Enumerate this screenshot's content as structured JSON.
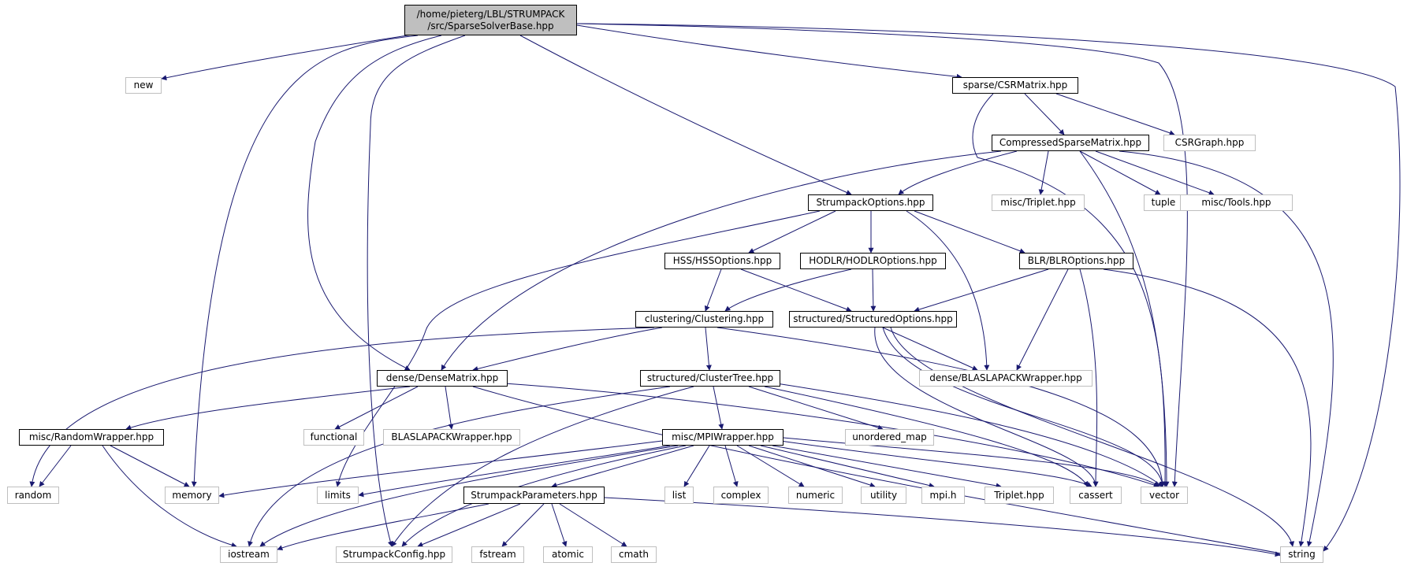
{
  "graph": {
    "root": {
      "label": "/home/pieterg/LBL/STRUMPACK\n/src/SparseSolverBase.hpp"
    },
    "nodes": {
      "new": "new",
      "memory": "memory",
      "limits": "limits",
      "strumpackconfig": "StrumpackConfig.hpp",
      "densematrix": "dense/DenseMatrix.hpp",
      "strumpackoptions": "StrumpackOptions.hpp",
      "csrmatrix": "sparse/CSRMatrix.hpp",
      "vector": "vector",
      "string": "string",
      "csrgraph": "CSRGraph.hpp",
      "compressedsparse": "CompressedSparseMatrix.hpp",
      "triplet_misc": "misc/Triplet.hpp",
      "tuple": "tuple",
      "tools": "misc/Tools.hpp",
      "hssoptions": "HSS/HSSOptions.hpp",
      "hodlroptions": "HODLR/HODLROptions.hpp",
      "blroptions": "BLR/BLROptions.hpp",
      "clustering": "clustering/Clustering.hpp",
      "structuredoptions": "structured/StructuredOptions.hpp",
      "blaslapack_dense": "dense/BLASLAPACKWrapper.hpp",
      "clustertree": "structured/ClusterTree.hpp",
      "randomwrapper": "misc/RandomWrapper.hpp",
      "functional": "functional",
      "blaslapack": "BLASLAPACKWrapper.hpp",
      "unordered_map": "unordered_map",
      "mpiwrapper": "misc/MPIWrapper.hpp",
      "random": "random",
      "list": "list",
      "complex": "complex",
      "numeric": "numeric",
      "utility": "utility",
      "mpih": "mpi.h",
      "triplet": "Triplet.hpp",
      "cassert": "cassert",
      "strumpackparams": "StrumpackParameters.hpp",
      "iostream": "iostream",
      "fstream": "fstream",
      "atomic": "atomic",
      "cmath": "cmath"
    },
    "colors": {
      "edge": "#191970",
      "local_border": "#000000",
      "external_border": "#bfbfbf",
      "root_fill": "#bfbfbf"
    }
  }
}
